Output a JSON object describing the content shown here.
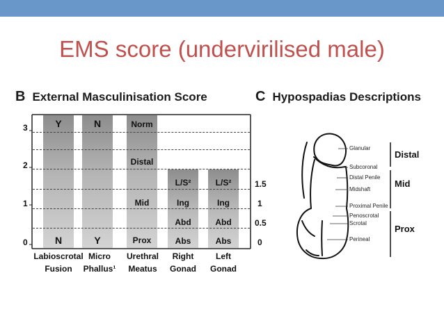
{
  "slide": {
    "title": "EMS score (undervirilised male)"
  },
  "panel_b": {
    "letter": "B",
    "title": "External Masculinisation Score",
    "left_ticks": [
      "3",
      "2",
      "1",
      "0"
    ],
    "right_ticks": [
      "1.5",
      "1",
      "0.5",
      "0"
    ],
    "columns": [
      {
        "label_line1": "Labioscrotal",
        "label_line2": "Fusion",
        "top_value": "Y",
        "bottom_value": "N"
      },
      {
        "label_line1": "Micro",
        "label_line2": "Phallus¹",
        "top_value": "N",
        "bottom_value": "Y"
      },
      {
        "label_line1": "Urethral",
        "label_line2": "Meatus",
        "values": [
          "Norm",
          "Distal",
          "Mid",
          "Prox"
        ]
      },
      {
        "label_line1": "Right",
        "label_line2": "Gonad",
        "values": [
          "L/S²",
          "Ing",
          "Abd",
          "Abs"
        ]
      },
      {
        "label_line1": "Left",
        "label_line2": "Gonad",
        "values": [
          "L/S²",
          "Ing",
          "Abd",
          "Abs"
        ]
      }
    ]
  },
  "panel_c": {
    "letter": "C",
    "title": "Hypospadias Descriptions",
    "locations": [
      "Glanular",
      "Subcoronal",
      "Distal Penile",
      "Midshaft",
      "Proximal Penile",
      "Penoscrotal",
      "Scrotal",
      "Perineal"
    ],
    "groups": [
      "Distal",
      "Mid",
      "Prox"
    ]
  }
}
